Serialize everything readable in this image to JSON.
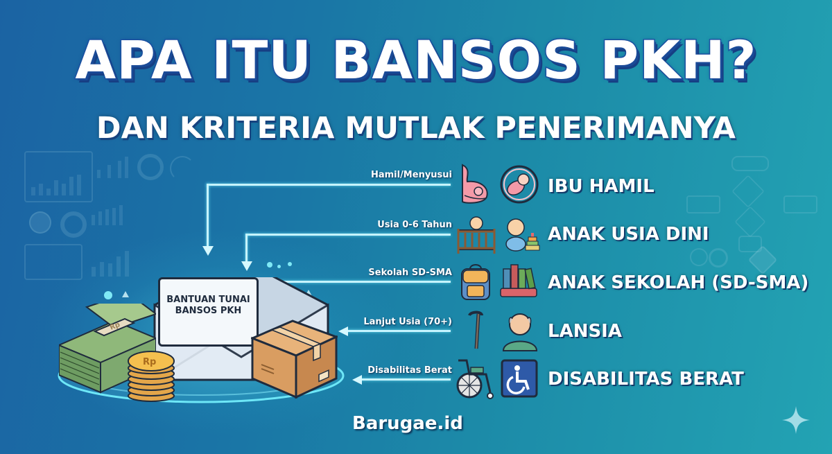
{
  "header": {
    "title": "APA ITU BANSOS PKH?",
    "subtitle": "DAN KRITERIA MUTLAK PENERIMANYA"
  },
  "illustration": {
    "card_line1": "BANTUAN TUNAI",
    "card_line2": "BANSOS PKH",
    "coin_label": "Rp",
    "cash_label": "Rp"
  },
  "criteria": [
    {
      "sublabel": "Hamil/Menyusui",
      "label": "IBU HAMIL",
      "icons": [
        "pregnant-woman-icon",
        "swaddled-baby-icon"
      ]
    },
    {
      "sublabel": "Usia 0-6 Tahun",
      "label": "ANAK USIA DINI",
      "icons": [
        "baby-crib-icon",
        "toddler-with-toy-icon"
      ]
    },
    {
      "sublabel": "Sekolah SD-SMA",
      "label": "ANAK SEKOLAH (SD-SMA)",
      "icons": [
        "school-backpack-icon",
        "books-icon"
      ]
    },
    {
      "sublabel": "Lanjut Usia (70+)",
      "label": "LANSIA",
      "icons": [
        "walking-cane-icon",
        "elderly-man-icon"
      ]
    },
    {
      "sublabel": "Disabilitas Berat",
      "label": "DISABILITAS BERAT",
      "icons": [
        "wheelchair-icon",
        "accessibility-sign-icon"
      ]
    }
  ],
  "footer": {
    "brand": "Barugae.id"
  },
  "colors": {
    "bg_left": "#1b63a3",
    "bg_right": "#23a3b3",
    "title_shadow": "#1a4a97",
    "flow_line": "#c6f4ff"
  }
}
